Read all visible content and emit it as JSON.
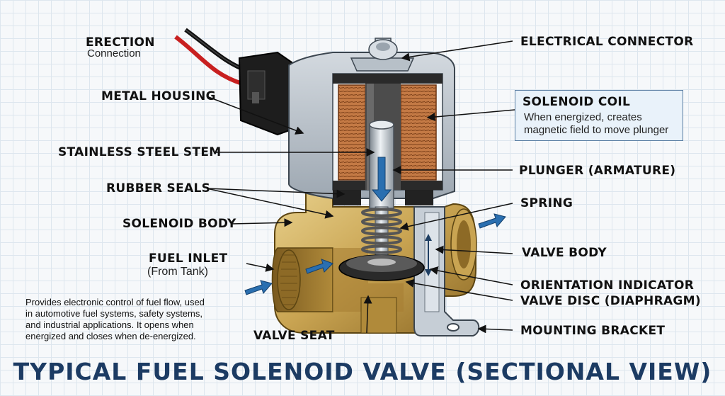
{
  "title": "TYPICAL FUEL SOLENOID VALVE (SECTIONAL VIEW)",
  "labels": {
    "erection": "ERECTION",
    "connection": "Connection",
    "metal_housing": "METAL HOUSING",
    "stainless_stem": "STAINLESS STEEL STEM",
    "rubber_seals": "RUBBER SEALS",
    "solenoid_body": "SOLENOID BODY",
    "fuel_inlet": "FUEL INLET",
    "from_tank": "(From Tank)",
    "valve_seat": "VALVE SEAT",
    "electrical_connector": "ELECTRICAL CONNECTOR",
    "solenoid_coil": "SOLENOID COIL",
    "coil_desc_1": "When energized, creates",
    "coil_desc_2": "magnetic field to move plunger",
    "plunger": "PLUNGER (ARMATURE)",
    "spring": "SPRING",
    "valve_body": "VALVE BODY",
    "orientation": "ORIENTATION INDICATOR",
    "valve_disc": "VALVE DISC (DIAPHRAGM)",
    "mounting_bracket": "MOUNTING BRACKET"
  },
  "description": [
    "Provides electronic control of fuel flow, used",
    "in automotive fuel systems, safety systems,",
    "and industrial applications. It opens when",
    "energized and closes when de-energized."
  ],
  "colors": {
    "title": "#1c3b63",
    "brass": "#b8943e",
    "copper": "#c47a45",
    "housing": "#b9c2cb",
    "arrow": "#2a6fb0"
  }
}
